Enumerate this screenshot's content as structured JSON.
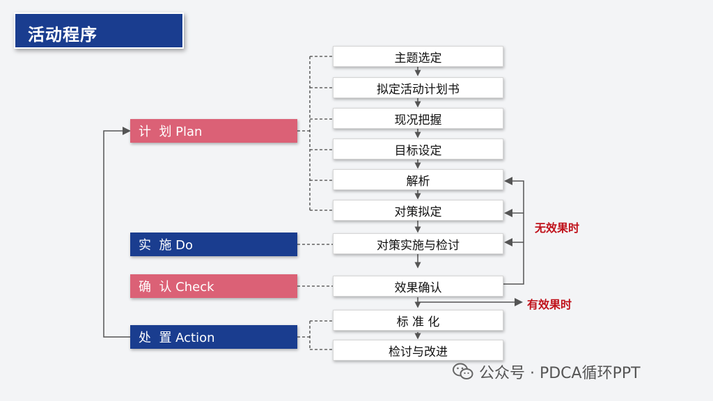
{
  "title": "活动程序",
  "phases": [
    {
      "label": "计  划 Plan"
    },
    {
      "label": "实  施 Do"
    },
    {
      "label": "确  认 Check"
    },
    {
      "label": "处  置 Action"
    }
  ],
  "steps": [
    {
      "label": "主题选定"
    },
    {
      "label": "拟定活动计划书"
    },
    {
      "label": "现况把握"
    },
    {
      "label": "目标设定"
    },
    {
      "label": "解析"
    },
    {
      "label": "对策拟定"
    },
    {
      "label": "对策实施与检讨"
    },
    {
      "label": "效果确认"
    },
    {
      "label": "标 准 化"
    },
    {
      "label": "检讨与改进"
    }
  ],
  "feedback": {
    "no_effect": "无效果时",
    "has_effect": "有效果时"
  },
  "watermark": "公众号 · PDCA循环PPT",
  "colors": {
    "plan_check": "#db6176",
    "do_action": "#1a3d8f",
    "feedback_text": "#c0121b"
  }
}
